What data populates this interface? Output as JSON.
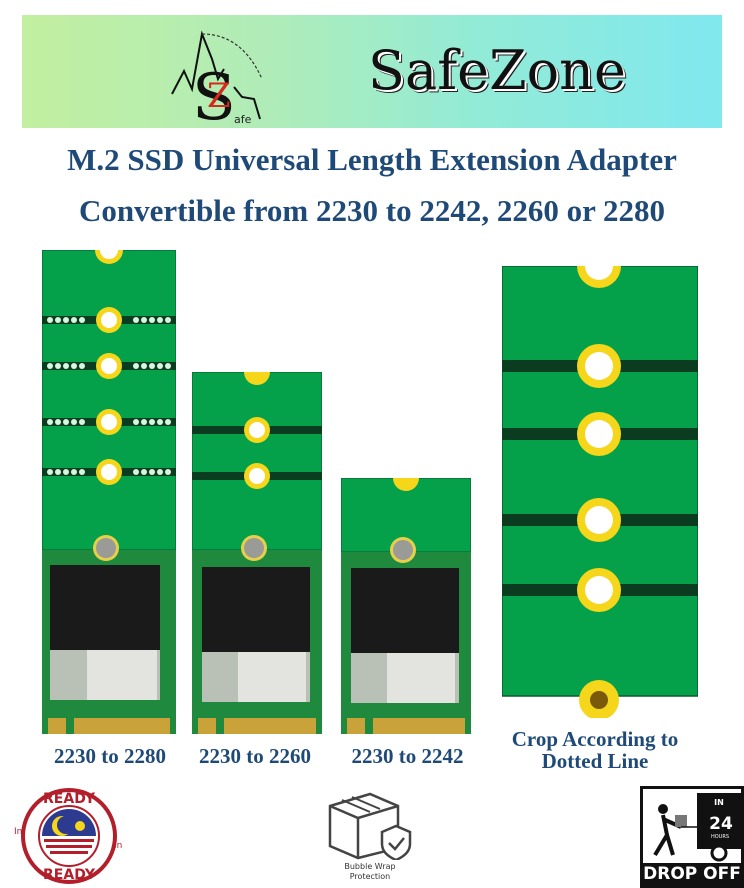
{
  "banner": {
    "brand_name": "SafeZone",
    "logo_letters": "SZ",
    "logo_subtext": "afe",
    "gradient_start": "#c2efa0",
    "gradient_end": "#80e8ef"
  },
  "headline": {
    "line1": "M.2 SSD Universal Length Extension Adapter",
    "line2": "Convertible from 2230 to 2242, 2260 or 2280",
    "color": "#1f4a78"
  },
  "products": [
    {
      "caption": "2230 to 2280",
      "length": "2280"
    },
    {
      "caption": "2230 to 2260",
      "length": "2260"
    },
    {
      "caption": "2230 to 2242",
      "length": "2242"
    }
  ],
  "adapter": {
    "caption_line1": "Crop According to",
    "caption_line2": "Dotted Line"
  },
  "badges": {
    "ready": {
      "top_text": "READY",
      "bottom_text": "READY",
      "side_text": "In",
      "icon": "malaysia-flag-stamp-icon"
    },
    "bubble_wrap": {
      "line1": "Bubble Wrap",
      "line2": "Protection",
      "icon": "box-shield-icon"
    },
    "drop_off": {
      "label": "DROP OFF",
      "top_text": "IN",
      "hours_number": "24",
      "hours_text": "HOURS",
      "icon": "delivery-person-icon"
    }
  },
  "colors": {
    "pcb_green": "#05a04a",
    "pcb_edge": "#0a5a2c",
    "gold": "#f5d61a",
    "chip_black": "#1a1a1a"
  }
}
